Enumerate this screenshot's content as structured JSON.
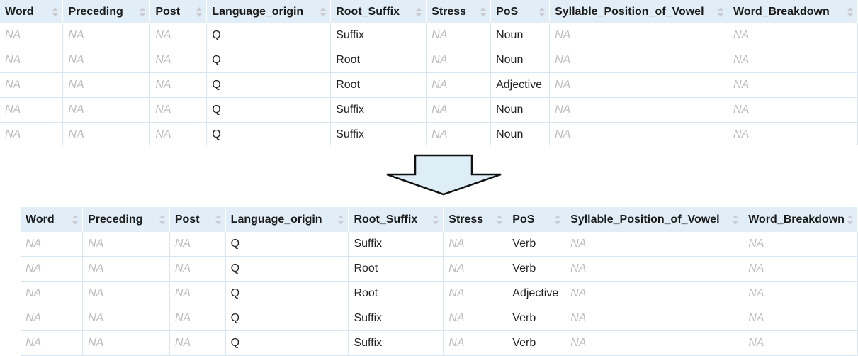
{
  "columns": [
    "Word",
    "Preceding",
    "Post",
    "Language_origin",
    "Root_Suffix",
    "Stress",
    "PoS",
    "Syllable_Position_of_Vowel",
    "Word_Breakdown"
  ],
  "table_before": {
    "rows": [
      [
        "NA",
        "NA",
        "NA",
        "Q",
        "Suffix",
        "NA",
        "Noun",
        "NA",
        "NA"
      ],
      [
        "NA",
        "NA",
        "NA",
        "Q",
        "Root",
        "NA",
        "Noun",
        "NA",
        "NA"
      ],
      [
        "NA",
        "NA",
        "NA",
        "Q",
        "Root",
        "NA",
        "Adjective",
        "NA",
        "NA"
      ],
      [
        "NA",
        "NA",
        "NA",
        "Q",
        "Suffix",
        "NA",
        "Noun",
        "NA",
        "NA"
      ],
      [
        "NA",
        "NA",
        "NA",
        "Q",
        "Suffix",
        "NA",
        "Noun",
        "NA",
        "NA"
      ]
    ]
  },
  "table_after": {
    "rows": [
      [
        "NA",
        "NA",
        "NA",
        "Q",
        "Suffix",
        "NA",
        "Verb",
        "NA",
        "NA"
      ],
      [
        "NA",
        "NA",
        "NA",
        "Q",
        "Root",
        "NA",
        "Verb",
        "NA",
        "NA"
      ],
      [
        "NA",
        "NA",
        "NA",
        "Q",
        "Root",
        "NA",
        "Adjective",
        "NA",
        "NA"
      ],
      [
        "NA",
        "NA",
        "NA",
        "Q",
        "Suffix",
        "NA",
        "Verb",
        "NA",
        "NA"
      ],
      [
        "NA",
        "NA",
        "NA",
        "Q",
        "Suffix",
        "NA",
        "Verb",
        "NA",
        "NA"
      ]
    ]
  },
  "arrow": {
    "icon": "down-arrow-icon",
    "direction": "down"
  },
  "colors": {
    "header_bg": "#e1eef7",
    "grid_line": "#d7e6f0",
    "na_text": "#bdbdbd",
    "arrow_fill": "#ddeef7"
  }
}
